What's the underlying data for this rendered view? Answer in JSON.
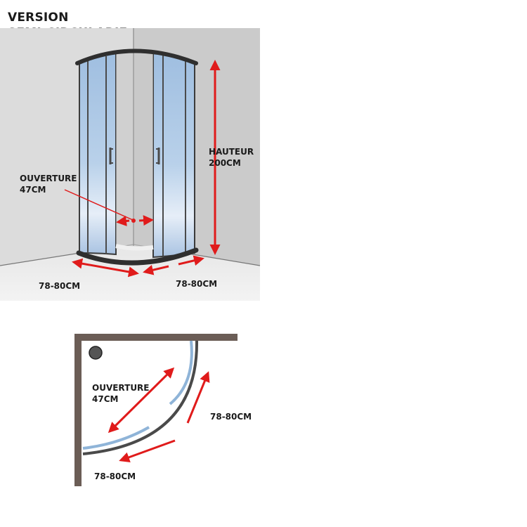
{
  "title": {
    "line1": "VERSION",
    "line2": "SEMI-CIRCULARIE"
  },
  "view3d": {
    "height_label": {
      "line1": "HAUTEUR",
      "line2": "200CM"
    },
    "opening_label": {
      "line1": "OUVERTURE",
      "line2": "47CM"
    },
    "left_width": "78-80CM",
    "right_width": "78-80CM"
  },
  "plan": {
    "opening_label": {
      "line1": "OUVERTURE",
      "line2": "47CM"
    },
    "right_width": "78-80CM",
    "bottom_width": "78-80CM"
  },
  "colors": {
    "arrow": "#e01b1b",
    "glass": "#8fb4d8",
    "frame": "#3b3b3b",
    "wall_plan": "#6b5d56"
  }
}
